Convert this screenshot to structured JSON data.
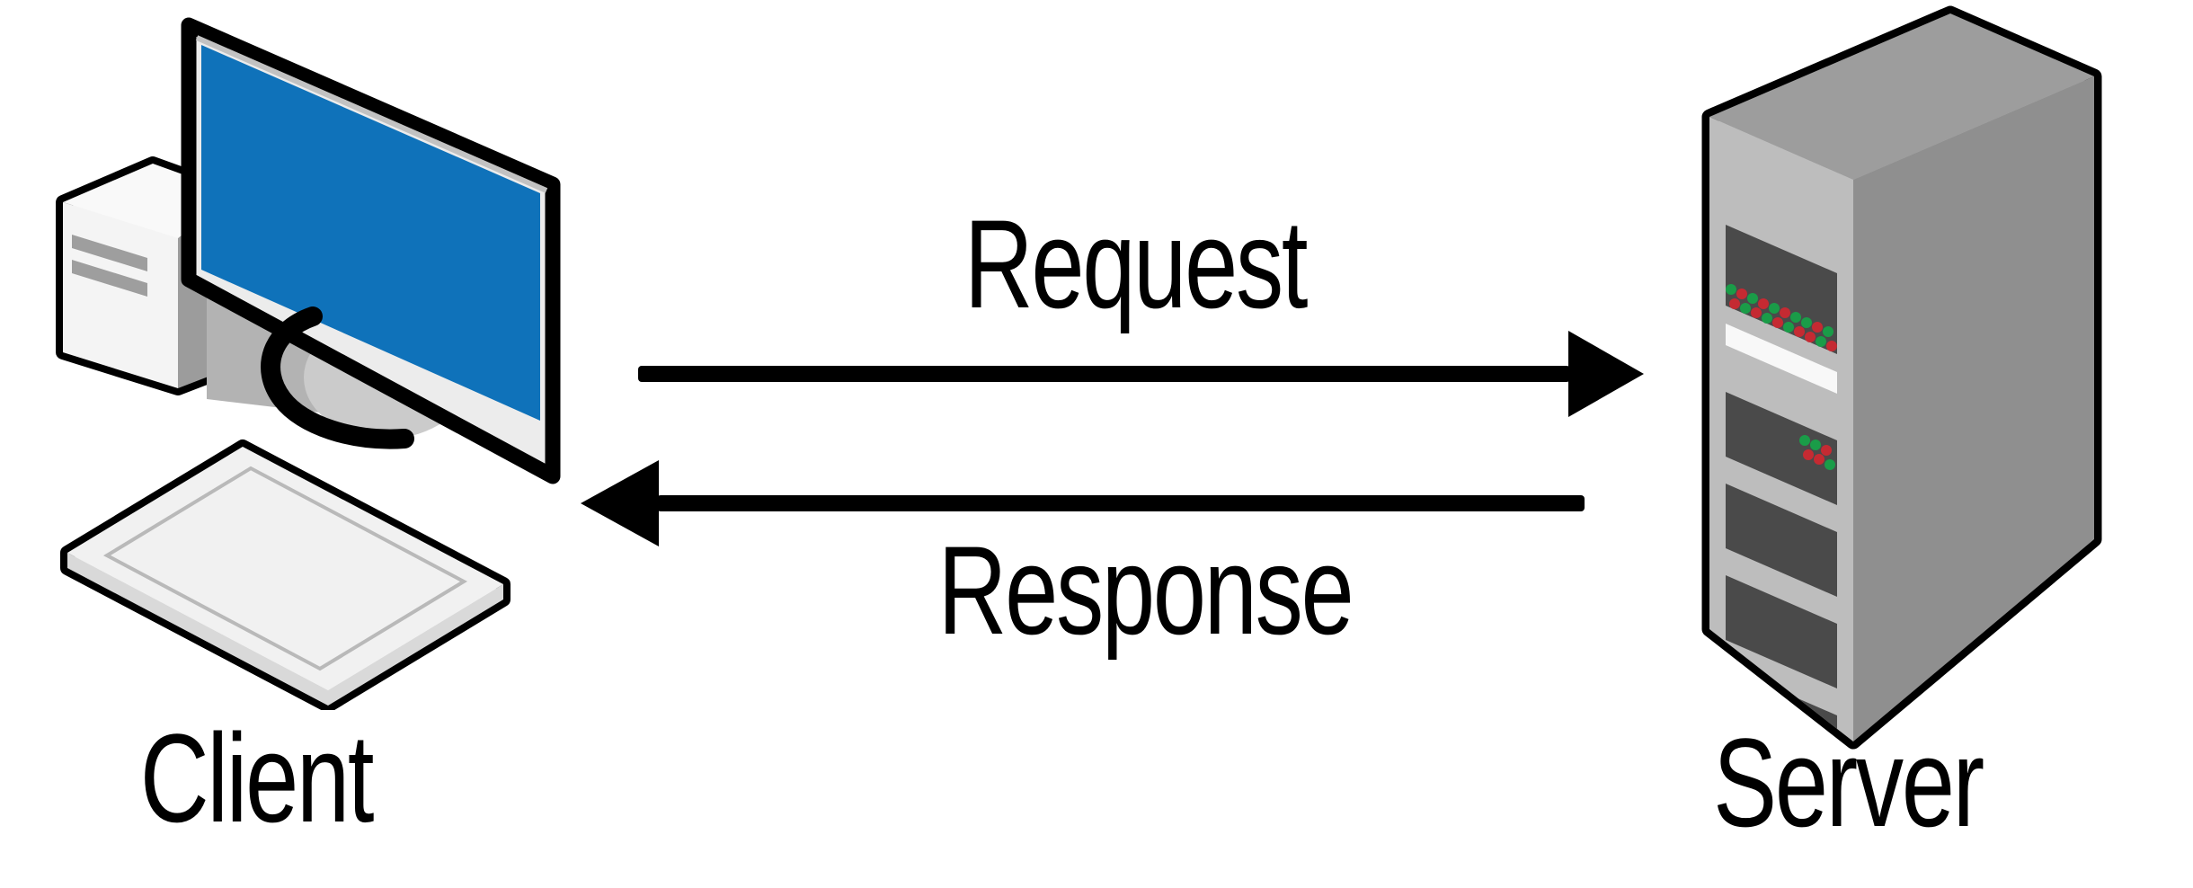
{
  "diagram": {
    "title": "Client-Server request and response diagram",
    "labels": {
      "client": "Client",
      "server": "Server",
      "request": "Request",
      "response": "Response"
    },
    "icons": [
      {
        "name": "client-computer-icon",
        "description": "isometric desktop computer with monitor, tower and keyboard"
      },
      {
        "name": "server-tower-icon",
        "description": "isometric server tower with drive slots and status LEDs"
      }
    ],
    "arrows": [
      {
        "name": "request-arrow",
        "direction": "right",
        "from": "Client",
        "to": "Server",
        "label": "Request"
      },
      {
        "name": "response-arrow",
        "direction": "left",
        "from": "Server",
        "to": "Client",
        "label": "Response"
      }
    ],
    "colors": {
      "background": "#ffffff",
      "text": "#000000",
      "outline": "#000000",
      "screen_blue": "#0f72ba",
      "server_front": "#bdbdbd",
      "server_side": "#8f8f8f",
      "server_top": "#9d9d9d",
      "server_slot": "#4a4a4a",
      "led_green": "#1a9c48",
      "led_red": "#c52a32"
    }
  }
}
